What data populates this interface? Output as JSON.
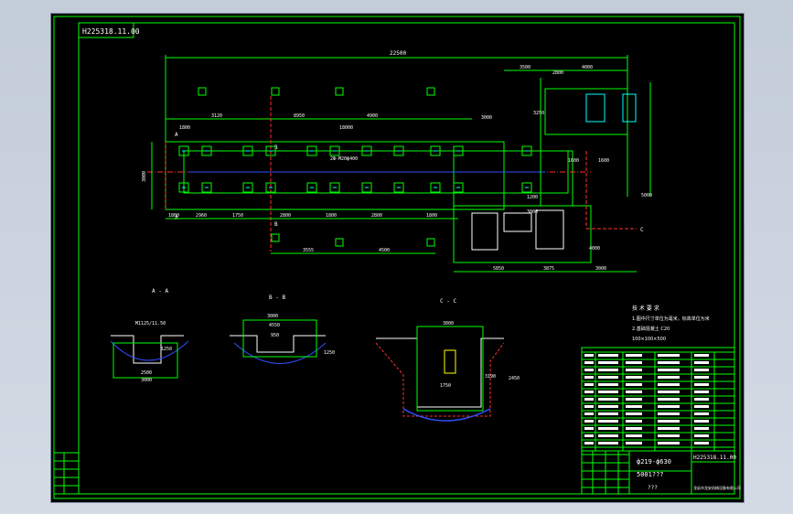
{
  "drawing": {
    "top_code": "H225318.11.00",
    "overall_length": "22500",
    "dims_top_right": [
      "3500",
      "2800",
      "4000"
    ],
    "dims_left_top": [
      "1800",
      "3120",
      "8950",
      "4900",
      "3000"
    ],
    "dims_small": [
      "18000",
      "3250"
    ],
    "dims_bottom": [
      "1800",
      "2960",
      "1750",
      "2800",
      "1800",
      "2800",
      "1800"
    ],
    "dims_bottom2": [
      "3555",
      "4500"
    ],
    "dims_right": [
      "1600",
      "1600",
      "1200",
      "4000",
      "3000",
      "5000"
    ],
    "dims_right_bottom": [
      "5850",
      "3875",
      "3000"
    ],
    "left_height": "3000",
    "note_label": "2Ф-M20ф400",
    "section_marks": {
      "a": "A",
      "b": "B",
      "c": "C"
    },
    "section_titles": [
      "A - A",
      "B - B",
      "C - C"
    ],
    "section_dims": {
      "aa": [
        "M1125/11.50",
        "2500",
        "3000",
        "1250"
      ],
      "bb": [
        "3000",
        "4550",
        "950",
        "1250"
      ],
      "cc": [
        "3000",
        "1750",
        "3190",
        "2450"
      ]
    }
  },
  "notes": {
    "title": "技 术 要 求",
    "lines": [
      "1.图中尺寸单位为毫米，标高单位为米",
      "2.基础混凝土 C20",
      "100×100×500"
    ]
  },
  "title_block": {
    "name": "ф219-ф630",
    "subtitle": "5001???",
    "code": "H225318.11.00",
    "company": "龙岩市龙安机械设备有限公司",
    "sheet_no": "???"
  },
  "colors": {
    "sheet": "#000000",
    "border": "#00ff00",
    "line": "#00ff00",
    "dim": "#00ff00",
    "text": "#ffffff",
    "accent": "#ff3030",
    "blue": "#3050ff",
    "cyan": "#00ffff",
    "yellow": "#ffff00"
  }
}
